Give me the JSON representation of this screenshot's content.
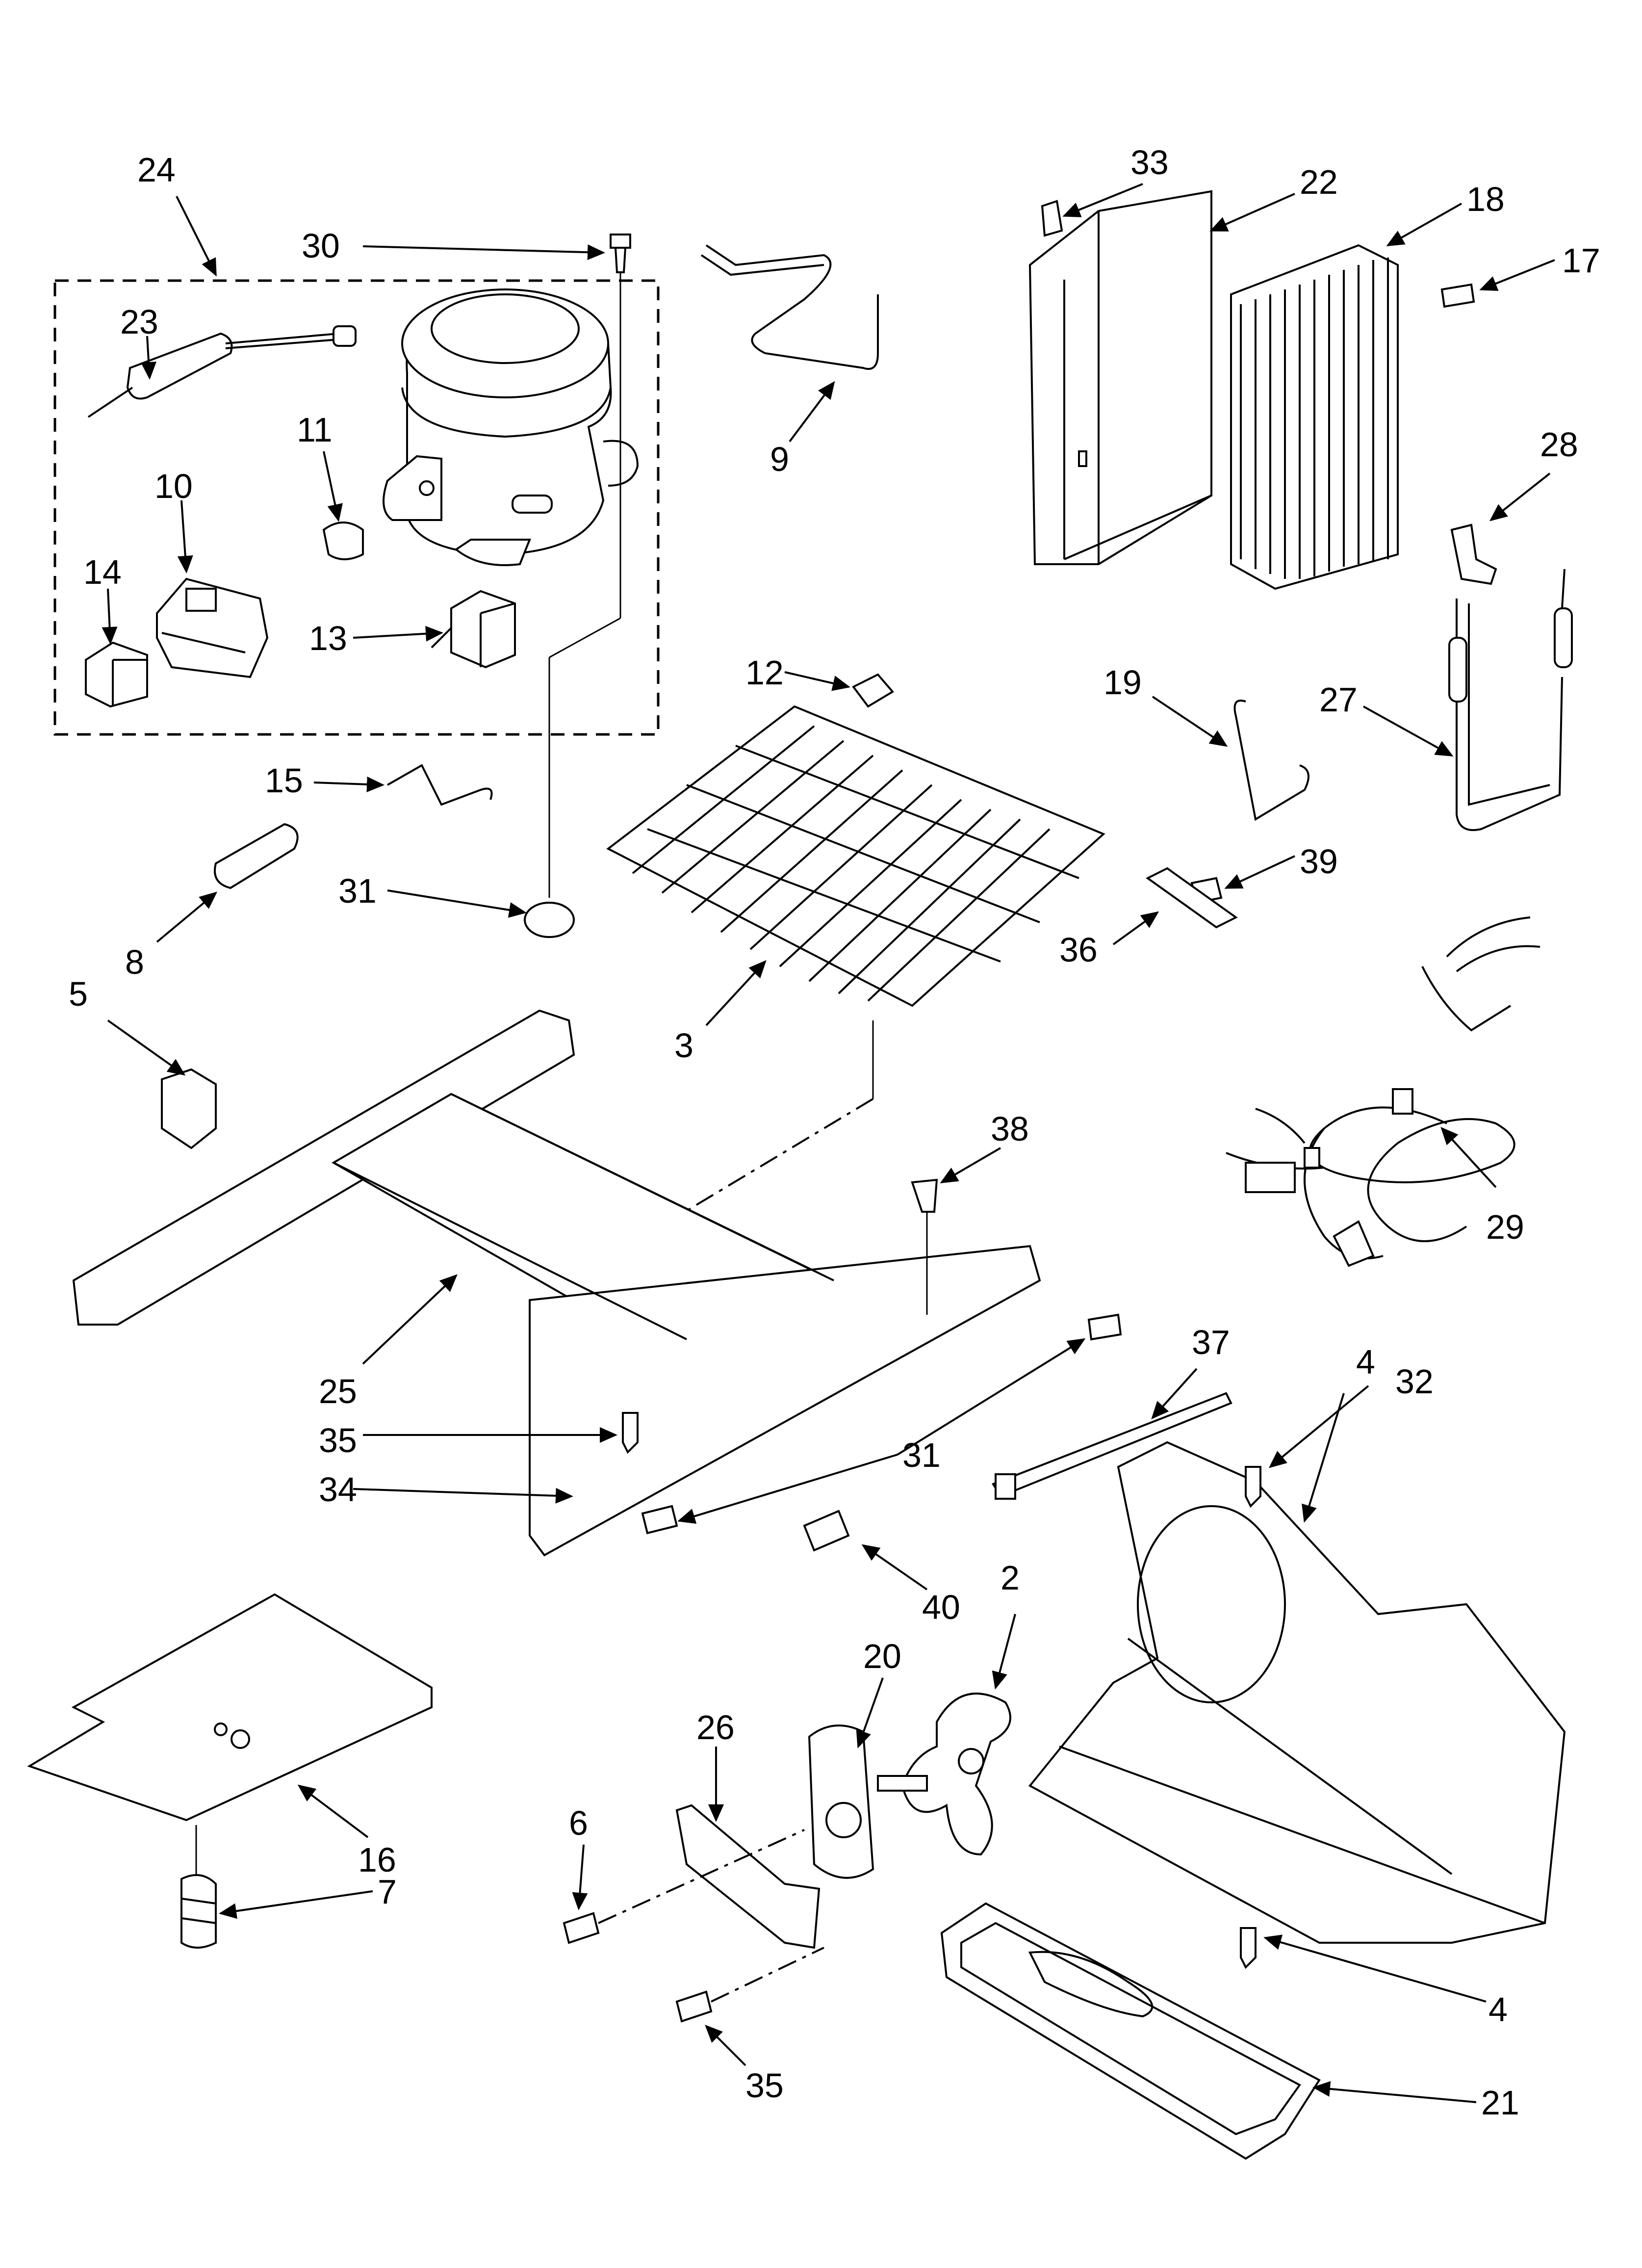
{
  "diagram": {
    "labels": [
      {
        "key": "l24",
        "text": "24"
      },
      {
        "key": "l30",
        "text": "30"
      },
      {
        "key": "l23",
        "text": "23"
      },
      {
        "key": "l11",
        "text": "11"
      },
      {
        "key": "l10",
        "text": "10"
      },
      {
        "key": "l14",
        "text": "14"
      },
      {
        "key": "l13",
        "text": "13"
      },
      {
        "key": "l9",
        "text": "9"
      },
      {
        "key": "l33",
        "text": "33"
      },
      {
        "key": "l22",
        "text": "22"
      },
      {
        "key": "l18",
        "text": "18"
      },
      {
        "key": "l17",
        "text": "17"
      },
      {
        "key": "l28",
        "text": "28"
      },
      {
        "key": "l12",
        "text": "12"
      },
      {
        "key": "l19",
        "text": "19"
      },
      {
        "key": "l27",
        "text": "27"
      },
      {
        "key": "l15",
        "text": "15"
      },
      {
        "key": "l8",
        "text": "8"
      },
      {
        "key": "l31a",
        "text": "31"
      },
      {
        "key": "l39",
        "text": "39"
      },
      {
        "key": "l36",
        "text": "36"
      },
      {
        "key": "l3",
        "text": "3"
      },
      {
        "key": "l5",
        "text": "5"
      },
      {
        "key": "l38",
        "text": "38"
      },
      {
        "key": "l29",
        "text": "29"
      },
      {
        "key": "l25",
        "text": "25"
      },
      {
        "key": "l35a",
        "text": "35"
      },
      {
        "key": "l34",
        "text": "34"
      },
      {
        "key": "l31b",
        "text": "31"
      },
      {
        "key": "l37",
        "text": "37"
      },
      {
        "key": "l4a",
        "text": "4"
      },
      {
        "key": "l32",
        "text": "32"
      },
      {
        "key": "l40",
        "text": "40"
      },
      {
        "key": "l2",
        "text": "2"
      },
      {
        "key": "l20",
        "text": "20"
      },
      {
        "key": "l26",
        "text": "26"
      },
      {
        "key": "l16",
        "text": "16"
      },
      {
        "key": "l7",
        "text": "7"
      },
      {
        "key": "l6",
        "text": "6"
      },
      {
        "key": "l4b",
        "text": "4"
      },
      {
        "key": "l35b",
        "text": "35"
      },
      {
        "key": "l21",
        "text": "21"
      }
    ]
  }
}
